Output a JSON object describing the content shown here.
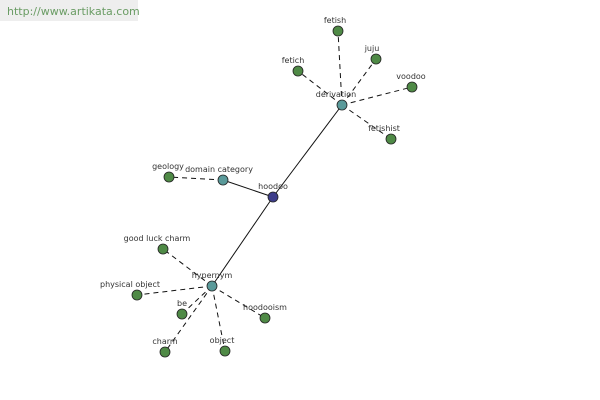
{
  "url_banner": "http://www.artikata.com",
  "colors": {
    "center_node": "#3d3d8a",
    "hub_node": "#5a9a9a",
    "leaf_node": "#4f8a46",
    "node_stroke": "#222222",
    "edge": "#111111"
  },
  "graph": {
    "center": {
      "label": "hoodoo"
    },
    "hubs": [
      {
        "id": "derivation",
        "label": "derivation"
      },
      {
        "id": "domain-category",
        "label": "domain category"
      },
      {
        "id": "hypernym",
        "label": "hypernym"
      }
    ],
    "leaves": [
      {
        "id": "fetish",
        "label": "fetish",
        "hub": "derivation"
      },
      {
        "id": "juju",
        "label": "juju",
        "hub": "derivation"
      },
      {
        "id": "fetich",
        "label": "fetich",
        "hub": "derivation"
      },
      {
        "id": "voodoo",
        "label": "voodoo",
        "hub": "derivation"
      },
      {
        "id": "fetishist",
        "label": "fetishist",
        "hub": "derivation"
      },
      {
        "id": "geology",
        "label": "geology",
        "hub": "domain-category"
      },
      {
        "id": "good-luck-charm",
        "label": "good luck charm",
        "hub": "hypernym"
      },
      {
        "id": "physical-object",
        "label": "physical object",
        "hub": "hypernym"
      },
      {
        "id": "be",
        "label": "be",
        "hub": "hypernym"
      },
      {
        "id": "hoodooism",
        "label": "hoodooism",
        "hub": "hypernym"
      },
      {
        "id": "charm",
        "label": "charm",
        "hub": "hypernym"
      },
      {
        "id": "object",
        "label": "object",
        "hub": "hypernym"
      }
    ]
  }
}
